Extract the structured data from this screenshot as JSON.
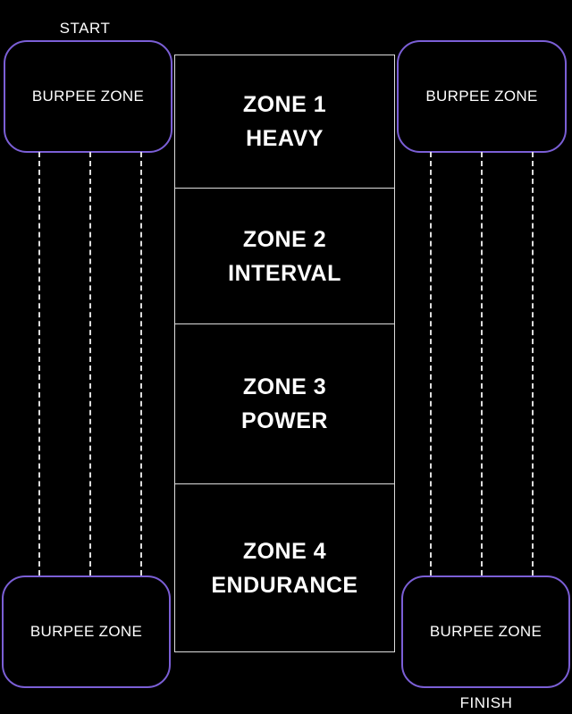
{
  "labels": {
    "start": "START",
    "finish": "FINISH"
  },
  "burpee_zones": [
    "BURPEE ZONE",
    "BURPEE ZONE",
    "BURPEE ZONE",
    "BURPEE ZONE"
  ],
  "zones": [
    {
      "title": "ZONE 1",
      "subtitle": "HEAVY"
    },
    {
      "title": "ZONE 2",
      "subtitle": "INTERVAL"
    },
    {
      "title": "ZONE 3",
      "subtitle": "POWER"
    },
    {
      "title": "ZONE 4",
      "subtitle": "ENDURANCE"
    }
  ],
  "colors": {
    "accent": "#7b5fd6",
    "background": "#000000"
  }
}
